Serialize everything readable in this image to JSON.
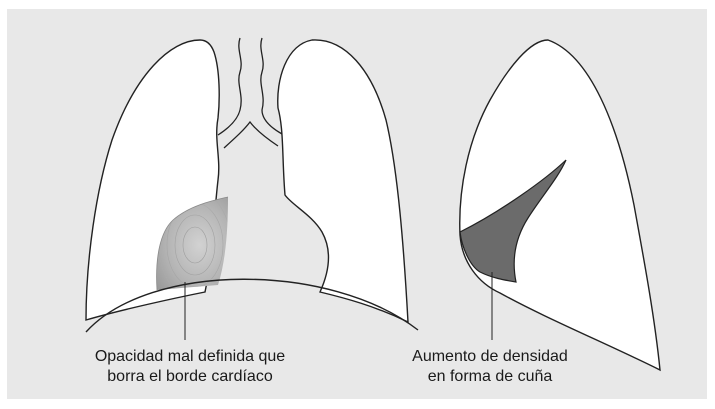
{
  "captions": {
    "left": {
      "line1": "Opacidad mal definida que",
      "line2": "borra el borde cardíaco"
    },
    "right": {
      "line1": "Aumento de densidad",
      "line2": "en forma de cuña"
    }
  },
  "colors": {
    "background": "#e8e8e8",
    "lung_fill": "#ffffff",
    "outline": "#222222",
    "wedge_fill": "#6b6b6b",
    "opacity_fill": "#a8a8a8"
  }
}
